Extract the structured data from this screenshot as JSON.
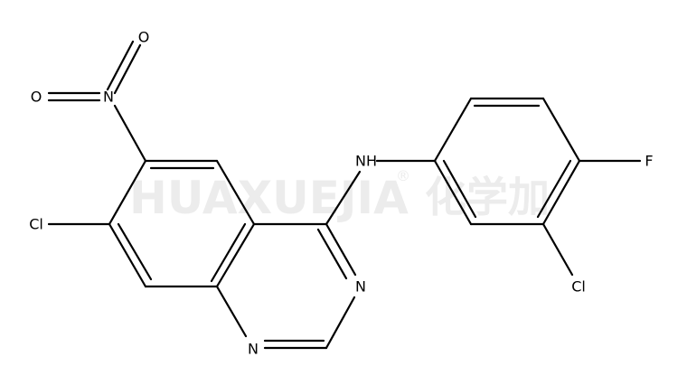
{
  "watermark": {
    "latin": "HUAXUEJIA",
    "registered": "®",
    "chinese": "化学加",
    "color": "#ececec"
  },
  "structure": {
    "bond_color": "#000000",
    "labels": {
      "o_top": "O",
      "o_left": "O",
      "n_nitro": "N",
      "cl_left": "Cl",
      "nh": "NH",
      "n_ring_right": "N",
      "n_ring_bottom": "N",
      "f": "F",
      "cl_right": "Cl"
    }
  }
}
